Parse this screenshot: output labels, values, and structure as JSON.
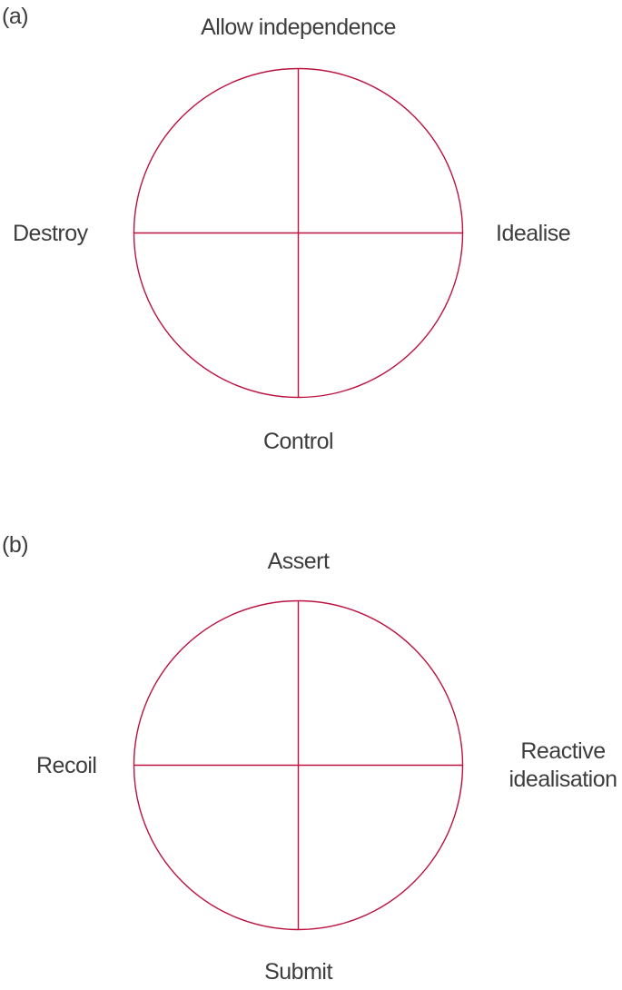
{
  "colors": {
    "line": "#bb1240",
    "text": "#3d3d3d"
  },
  "figure_a": {
    "panel_label": "(a)",
    "top_label": "Allow independence",
    "left_label": "Destroy",
    "right_label": "Idealise",
    "bottom_label": "Control"
  },
  "figure_b": {
    "panel_label": "(b)",
    "top_label": "Assert",
    "left_label": "Recoil",
    "right_label": "Reactive idealisation",
    "bottom_label": "Submit"
  }
}
